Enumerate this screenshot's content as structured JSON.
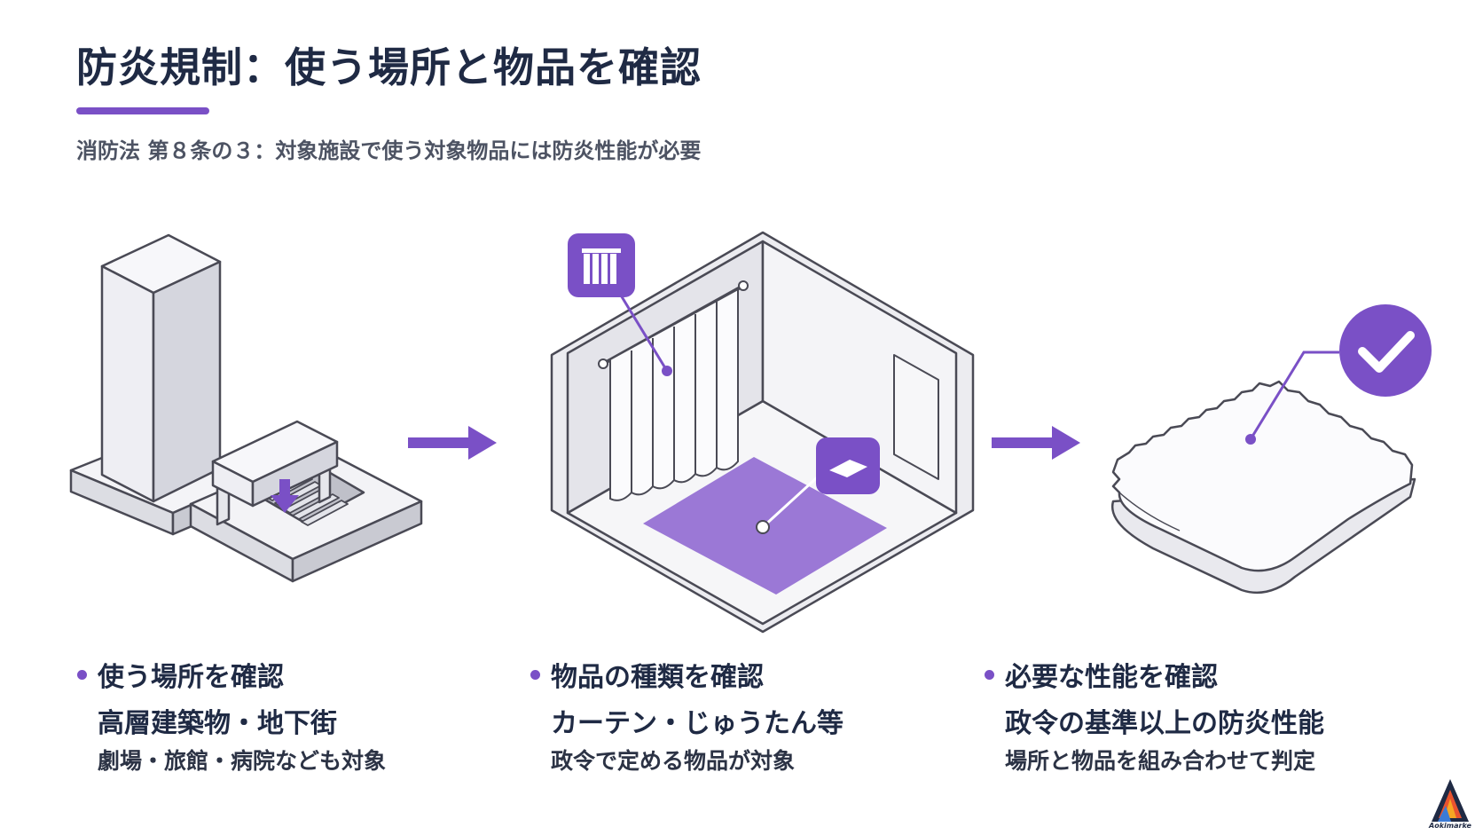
{
  "header": {
    "title": "防炎規制：使う場所と物品を確認",
    "subtitle": "消防法 第８条の３：対象施設で使う対象物品には防炎性能が必要"
  },
  "steps": [
    {
      "heading": "使う場所を確認",
      "line2": "高層建築物・地下街",
      "line3": "劇場・旅館・病院なども対象"
    },
    {
      "heading": "物品の種類を確認",
      "line2": "カーテン・じゅうたん等",
      "line3": "政令で定める物品が対象"
    },
    {
      "heading": "必要な性能を確認",
      "line2": "政令の基準以上の防炎性能",
      "line3": "場所と物品を組み合わせて判定"
    }
  ],
  "brand": {
    "logo_text": "Aokimarke"
  },
  "colors": {
    "accent": "#7a50c6",
    "text": "#1f2a44",
    "line": "#4a4a55"
  }
}
